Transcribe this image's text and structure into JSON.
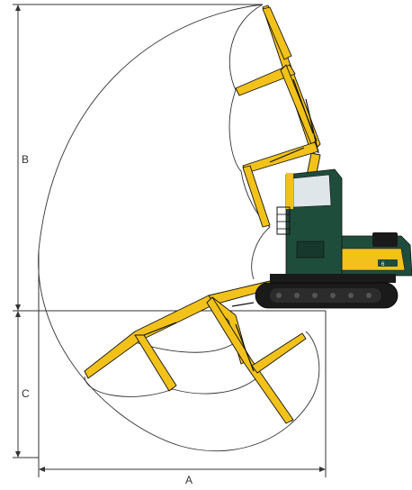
{
  "diagram": {
    "dimension_labels": {
      "a": "A",
      "b": "B",
      "c": "C"
    },
    "colors": {
      "boom_yellow": "#F2C21A",
      "body_green": "#1F4D3C",
      "track_dark": "#1A1A1A",
      "line": "#333333",
      "outline": "#111111"
    },
    "machine_model_badge": "6"
  }
}
